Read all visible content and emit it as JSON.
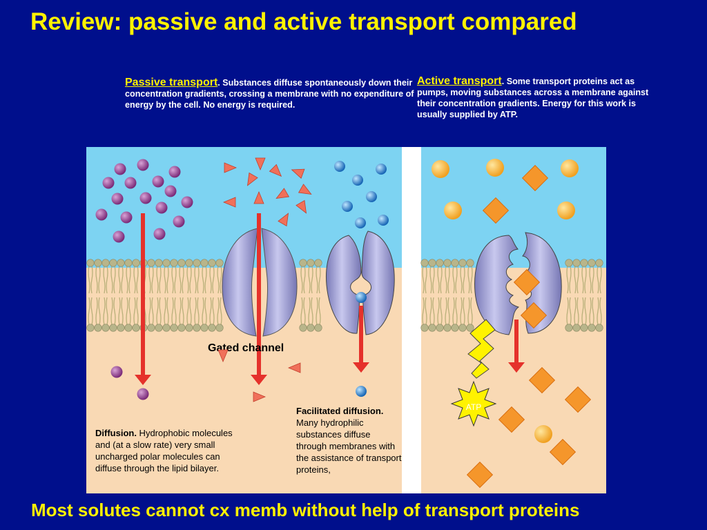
{
  "title": "Review: passive and active transport compared",
  "passive": {
    "heading": "Passive transport",
    "text": ". Substances diffuse spontaneously down their concentration gradients, crossing a membrane with no expenditure of energy by the cell. No energy is required."
  },
  "active": {
    "heading": "Active transport",
    "text": ". Some transport proteins act as pumps, moving substances across a membrane against their concentration gradients. Energy for this work is usually supplied by ATP."
  },
  "diagram": {
    "gated_channel_label": "Gated channel",
    "atp_label": "ATP",
    "diffusion_caption_head": "Diffusion.",
    "diffusion_caption_text": " Hydrophobic molecules and (at a slow rate) very small uncharged polar molecules can diffuse through the lipid bilayer.",
    "facilitated_caption_head": "Facilitated diffusion.",
    "facilitated_caption_text": " Many hydrophilic substances diffuse through membranes with the assistance of transport proteins,"
  },
  "colors": {
    "background": "#000f8c",
    "title": "#fff200",
    "extracellular": "#7dd3f2",
    "cytoplasm": "#f9d9b4",
    "arrow": "#e5312b",
    "protein": "#9b9bd3"
  },
  "footer": "Most solutes cannot cx memb without help of transport proteins"
}
